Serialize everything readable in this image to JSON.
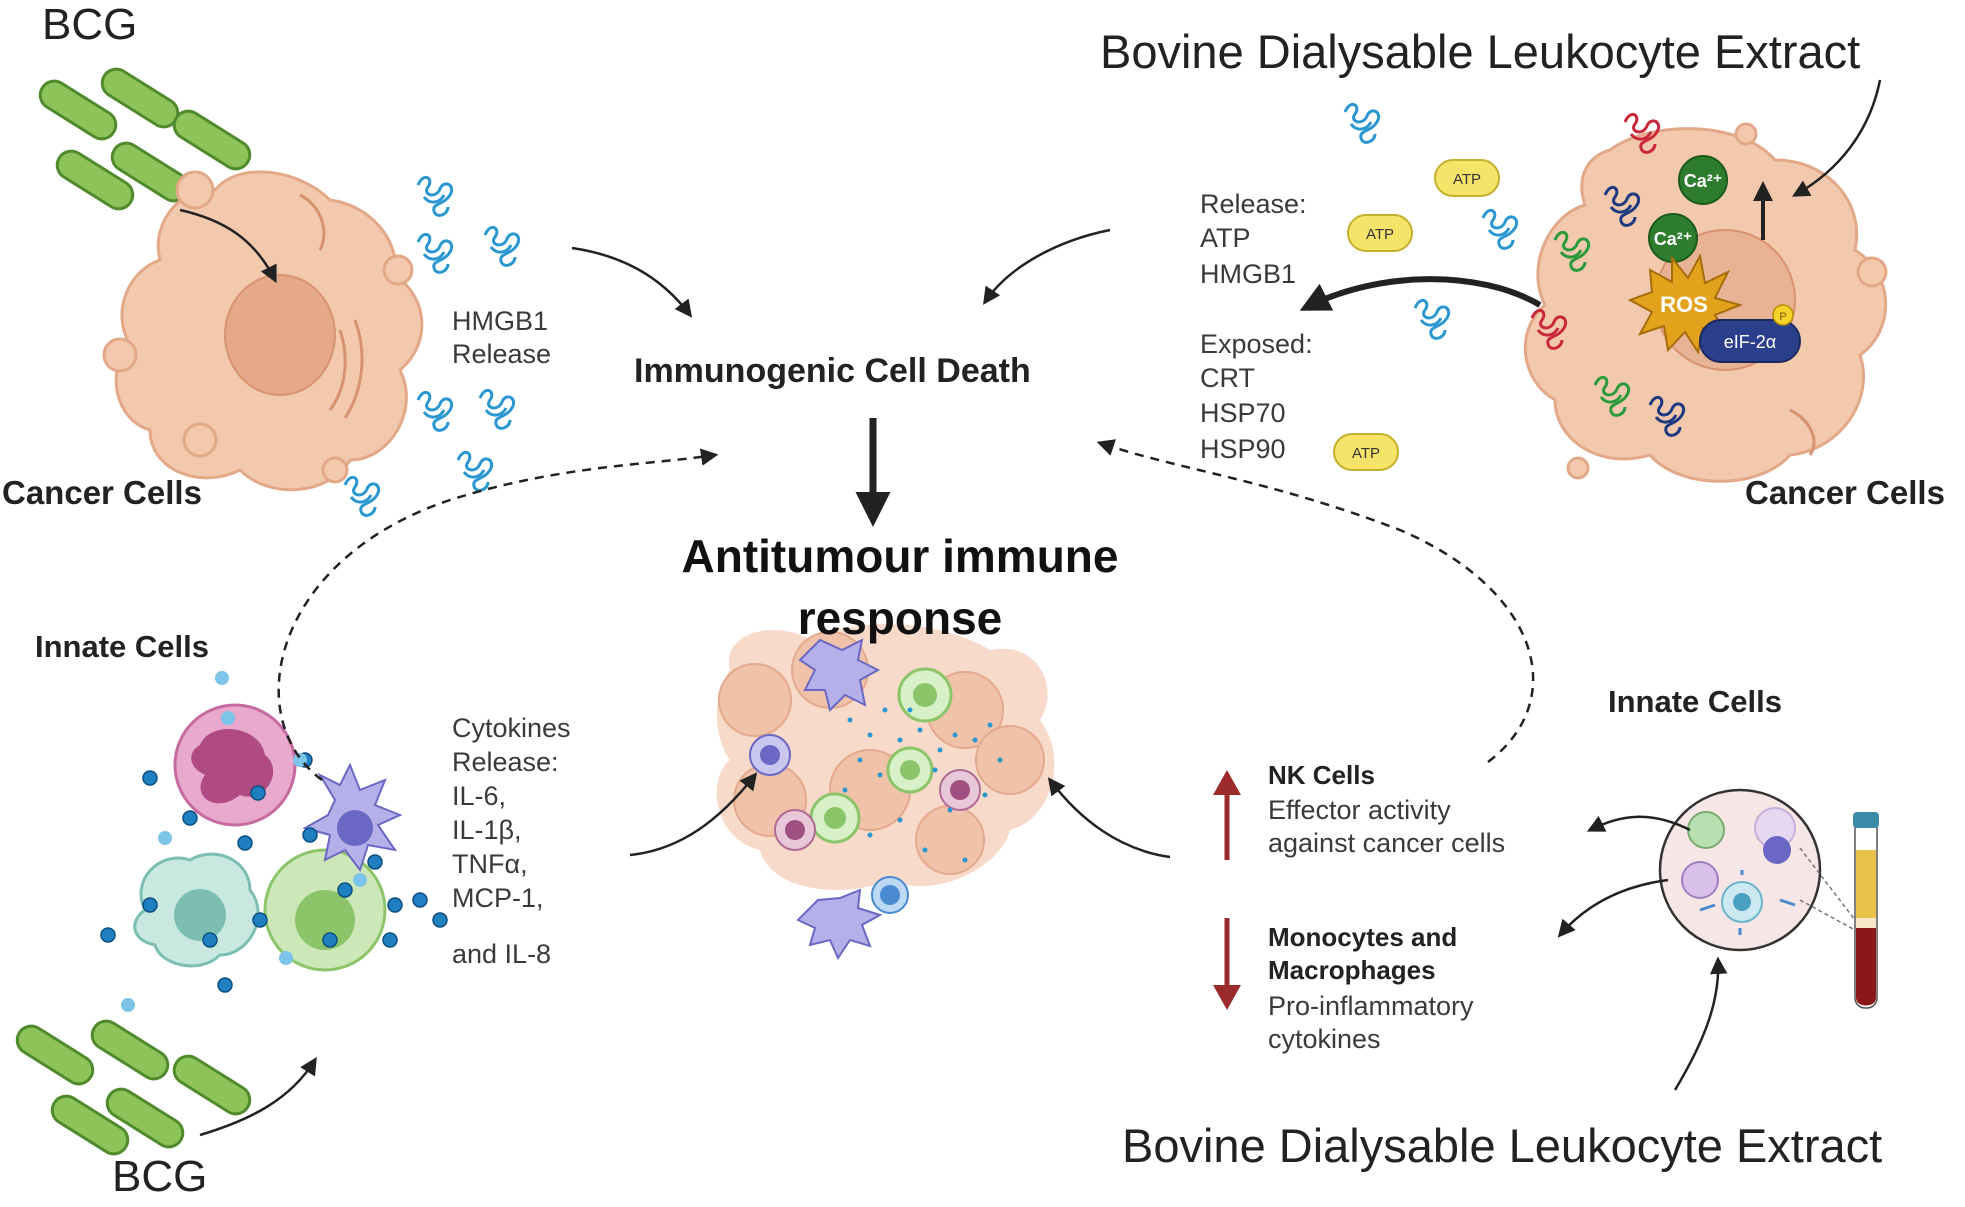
{
  "labels": {
    "bcg_top": "BCG",
    "bcg_bottom": "BCG",
    "bdle_top": "Bovine Dialysable Leukocyte Extract",
    "bdle_bottom": "Bovine Dialysable Leukocyte Extract",
    "cancer_cells_left": "Cancer Cells",
    "cancer_cells_right": "Cancer Cells",
    "hmgb1_release": [
      "HMGB1",
      "Release"
    ],
    "immunogenic_cell_death": "Immunogenic Cell Death",
    "antitumour": [
      "Antitumour immune",
      "response"
    ],
    "innate_cells_left": "Innate Cells",
    "innate_cells_right": "Innate Cells",
    "release_block": [
      "Release:",
      "ATP",
      "HMGB1"
    ],
    "exposed_block": [
      "Exposed:",
      "CRT",
      "HSP70",
      "HSP90"
    ],
    "cytokines": [
      "Cytokines",
      "Release:",
      "IL-6,",
      "IL-1β,",
      "TNFα,",
      "MCP-1,",
      "and IL-8"
    ],
    "nk_title": "NK Cells",
    "nk_desc": [
      "Effector activity",
      "against cancer cells"
    ],
    "mono_title": [
      "Monocytes and",
      "Macrophages"
    ],
    "mono_desc": [
      "Pro-inflammatory",
      "cytokines"
    ],
    "atp": "ATP",
    "ca": "Ca²⁺",
    "ros": "ROS",
    "eif": "eIF-2α",
    "p": "P"
  },
  "colors": {
    "bacteria": "#8cc45a",
    "cancer_cell": "#f3c9ae",
    "nucleus": "#e5a989",
    "hmgb1": "#2a97d0",
    "atp": "#f6e46a",
    "ca_green": "#2e8b2e",
    "ros": "#e0a020",
    "eif": "#2b3f8c",
    "arrow_red": "#9b2b2b"
  }
}
